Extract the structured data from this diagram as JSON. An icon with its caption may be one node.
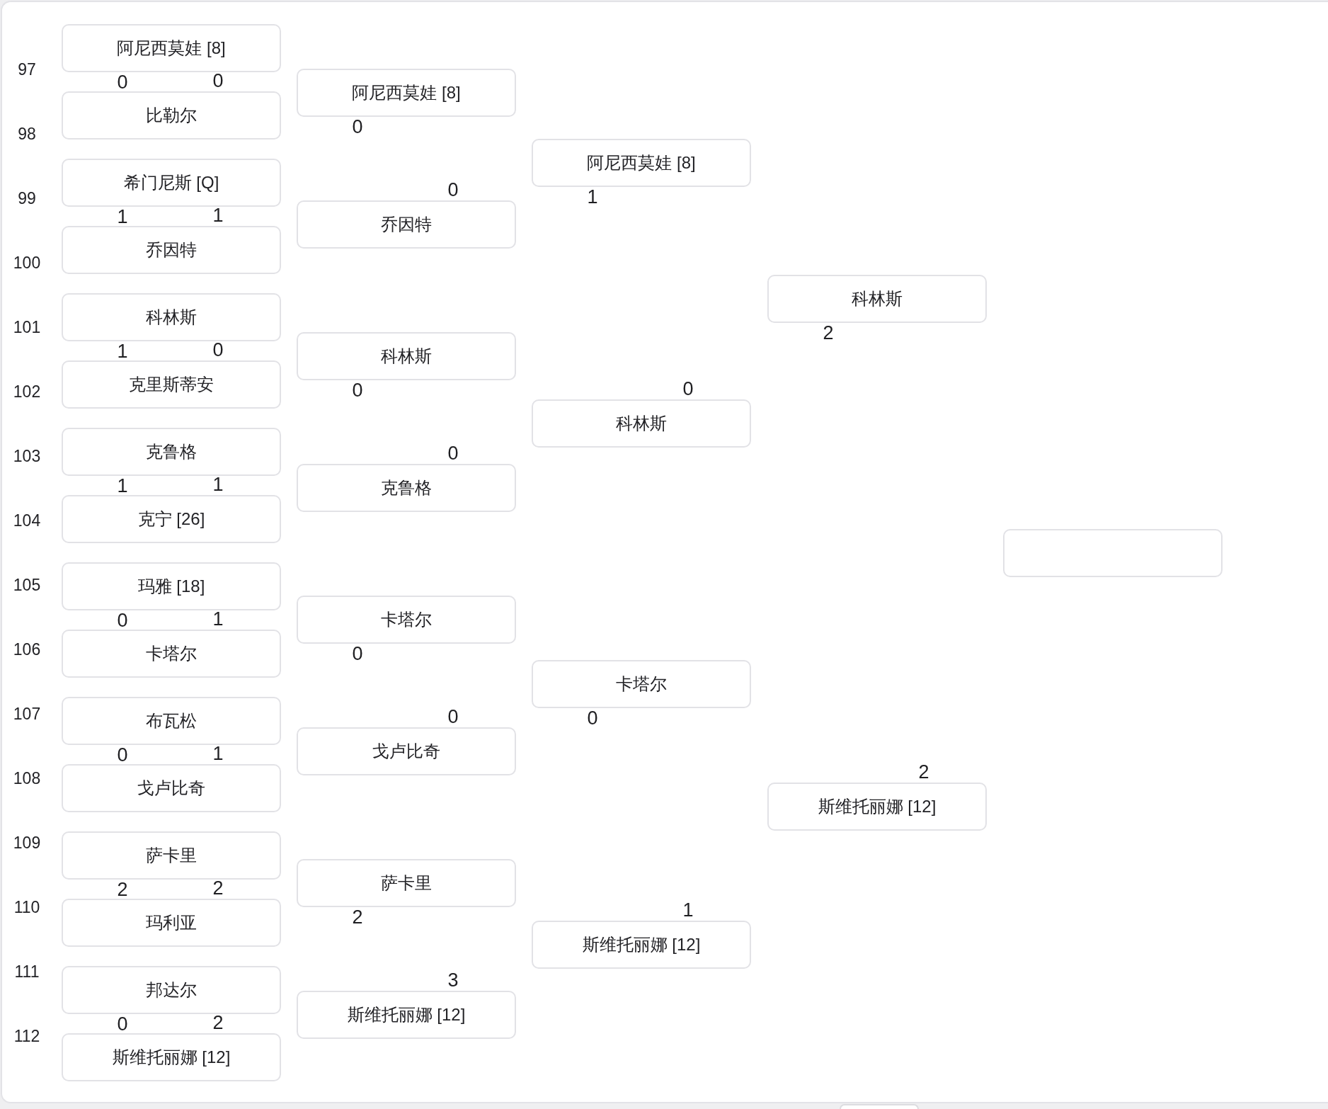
{
  "diagram": {
    "nodes": [
      {
        "text": [
          "阿尼西莫娃 [8]"
        ],
        "beside": [
          "0"
        ]
      },
      {
        "text": [
          "比勒尔"
        ],
        "beside": [
          "0"
        ]
      },
      {
        "text": [
          "希门尼斯 [Q]"
        ],
        "beside": [
          "1"
        ]
      },
      {
        "text": [
          "乔因特"
        ],
        "beside": [
          "1"
        ]
      },
      {
        "text": [
          "科林斯"
        ],
        "beside": [
          "1"
        ]
      },
      {
        "text": [
          "克里斯蒂安"
        ],
        "beside": [
          "0"
        ]
      },
      {
        "text": [
          "克鲁格"
        ],
        "beside": [
          "1"
        ]
      },
      {
        "text": [
          "克宁 [26]"
        ],
        "beside": [
          "1"
        ]
      },
      {
        "text": [
          "玛雅 [18]"
        ],
        "beside": [
          "0"
        ]
      },
      {
        "text": [
          "卡塔尔"
        ],
        "beside": [
          "1"
        ]
      },
      {
        "text": [
          "布瓦松"
        ],
        "beside": [
          "0"
        ]
      },
      {
        "text": [
          "戈卢比奇"
        ],
        "beside": [
          "1"
        ]
      },
      {
        "text": [
          "萨卡里"
        ],
        "beside": [
          "2"
        ]
      },
      {
        "text": [
          "玛利亚"
        ],
        "beside": [
          "2"
        ]
      },
      {
        "text": [
          "邦达尔"
        ],
        "beside": [
          "0"
        ]
      },
      {
        "text": [
          "斯维托丽娜 [12]"
        ],
        "beside": [
          "2"
        ]
      },
      {
        "text": [
          "阿尼西莫娃 [8]"
        ],
        "beside": [
          "0"
        ]
      },
      {
        "text": [
          "乔因特"
        ],
        "beside": [
          "0"
        ]
      },
      {
        "text": [
          "科林斯"
        ],
        "beside": [
          "0"
        ]
      },
      {
        "text": [
          "克鲁格"
        ],
        "beside": [
          "0"
        ]
      },
      {
        "text": [
          "卡塔尔"
        ],
        "beside": [
          "0"
        ]
      },
      {
        "text": [
          "戈卢比奇"
        ],
        "beside": [
          "0"
        ]
      },
      {
        "text": [
          "萨卡里"
        ],
        "beside": [
          "2"
        ]
      },
      {
        "text": [
          "斯维托丽娜 [12]"
        ],
        "beside": [
          "3"
        ]
      },
      {
        "text": [
          "阿尼西莫娃 [8]"
        ],
        "beside": [
          "1"
        ]
      },
      {
        "text": [
          "科林斯"
        ],
        "beside": [
          "0"
        ]
      },
      {
        "text": [
          "卡塔尔"
        ],
        "beside": [
          "0"
        ]
      },
      {
        "text": [
          "斯维托丽娜 [12]"
        ],
        "beside": [
          "1"
        ]
      },
      {
        "text": [
          "科林斯"
        ],
        "beside": [
          "2"
        ]
      },
      {
        "text": [
          "斯维托丽娜 [12]"
        ],
        "beside": [
          "2"
        ]
      },
      {
        "text": [],
        "shape": "box"
      }
    ],
    "labels": [
      "97",
      "98",
      "99",
      "100",
      "101",
      "102",
      "103",
      "104",
      "105",
      "106",
      "107",
      "108",
      "109",
      "110",
      "111",
      "112"
    ]
  }
}
